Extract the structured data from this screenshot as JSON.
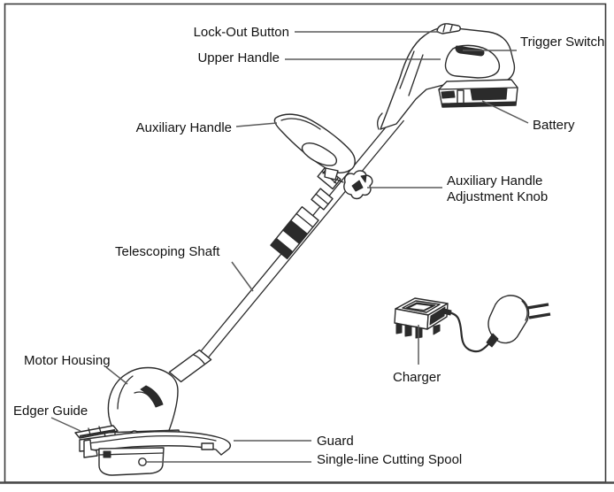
{
  "figure": {
    "labels": {
      "lock_out_button": "Lock-Out Button",
      "trigger_switch": "Trigger Switch",
      "upper_handle": "Upper Handle",
      "battery": "Battery",
      "auxiliary_handle": "Auxiliary Handle",
      "adjustment_knob": {
        "line1": "Auxiliary Handle",
        "line2": "Adjustment Knob"
      },
      "telescoping_shaft": "Telescoping Shaft",
      "charger": "Charger",
      "motor_housing": "Motor Housing",
      "edger_guide": "Edger Guide",
      "guard": "Guard",
      "cutting_spool": "Single-line Cutting Spool"
    },
    "colors": {
      "line_art": "#2b2b2b",
      "leader_line": "#5a5a5a",
      "text": "#111111",
      "background": "#ffffff"
    }
  }
}
